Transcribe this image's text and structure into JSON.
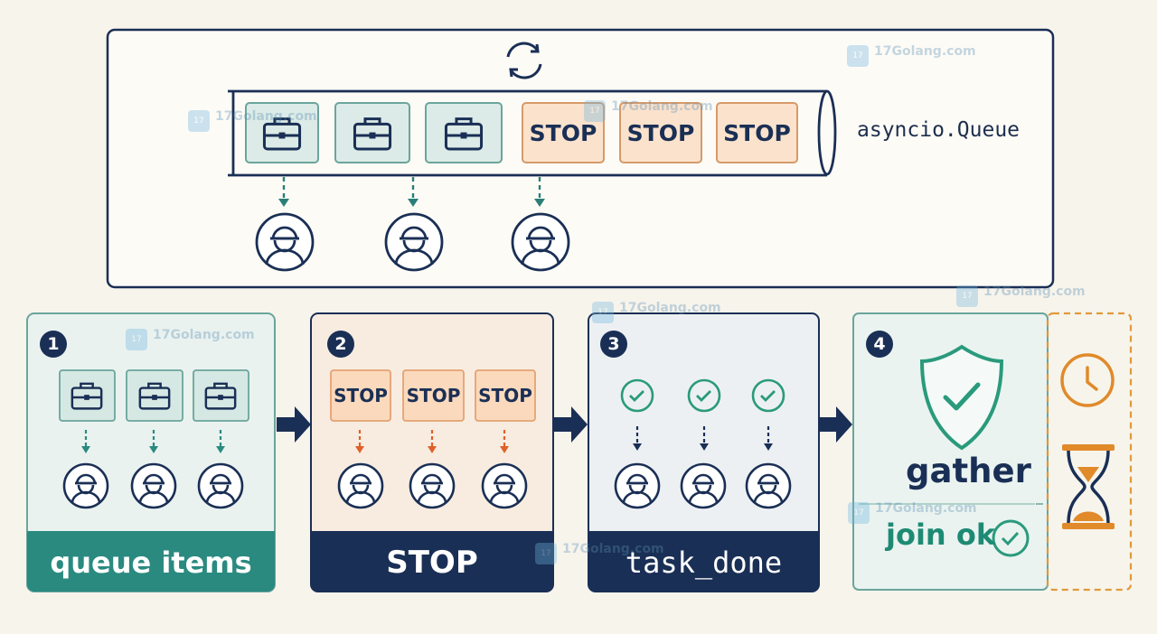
{
  "queue": {
    "label": "asyncio.Queue",
    "items": [
      "briefcase",
      "briefcase",
      "briefcase",
      "STOP",
      "STOP",
      "STOP"
    ]
  },
  "stages": [
    {
      "number": "1",
      "label": "queue items",
      "stop_texts": []
    },
    {
      "number": "2",
      "label": "STOP",
      "stop_texts": [
        "STOP",
        "STOP",
        "STOP"
      ]
    },
    {
      "number": "3",
      "label": "task_done",
      "stop_texts": []
    },
    {
      "number": "4",
      "gather_text": "gather",
      "join_text": "join ok"
    }
  ],
  "watermark": {
    "text": "17Golang.com"
  },
  "colors": {
    "teal": "#2a8a80",
    "navy": "#1a2f55",
    "stop_fill": "#fbe2cc",
    "stop_stroke": "#e4a273",
    "orange": "#e08a2a",
    "green": "#2a9a7c"
  }
}
